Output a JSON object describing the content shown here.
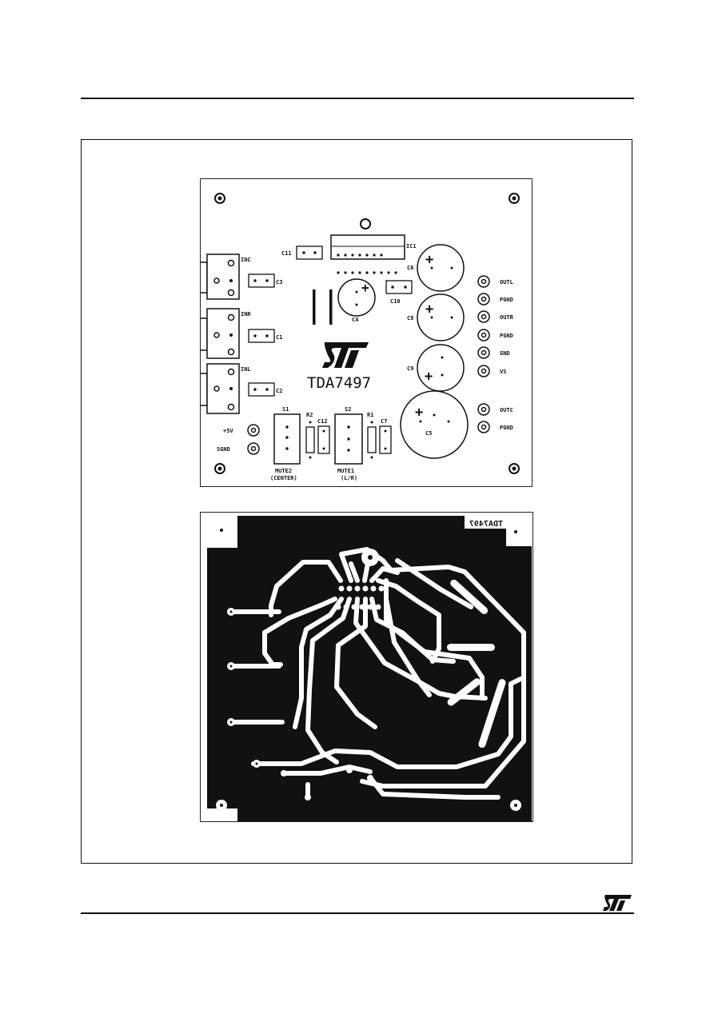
{
  "silkscreen": {
    "chip_name": "TDA7497",
    "ic": "IC1",
    "caps": [
      "C11",
      "C3",
      "C1",
      "C2",
      "C4",
      "C10",
      "C6",
      "C8",
      "C9",
      "C5",
      "C12",
      "C7"
    ],
    "resistors": [
      "R2",
      "R1"
    ],
    "switches": [
      "S1",
      "S2"
    ],
    "inputs": [
      "INC",
      "INR",
      "INL"
    ],
    "outputs": [
      "OUTL",
      "PGND",
      "OUTR",
      "PGND",
      "GND",
      "VS",
      "OUTC",
      "PGND"
    ],
    "power": [
      "+5V",
      "SGND"
    ],
    "mute2": "MUTE2",
    "mute2_sub": "(CENTER)",
    "mute1": "MUTE1",
    "mute1_sub": "(L/R)"
  },
  "copper": {
    "mirror_label": "TDA7497"
  },
  "colors": {
    "ink": "#111111",
    "paper": "#ffffff"
  }
}
